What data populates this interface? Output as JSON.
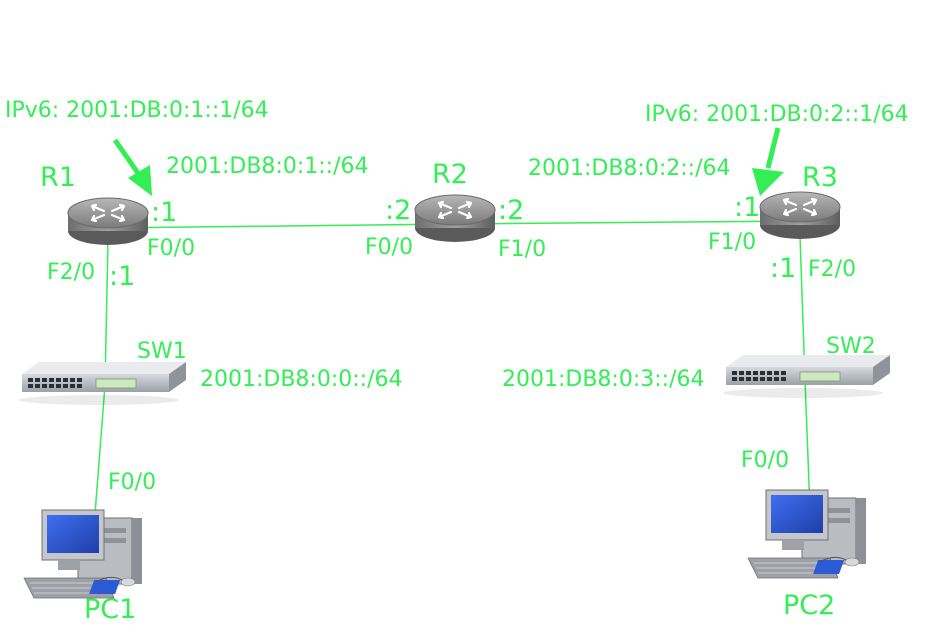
{
  "colors": {
    "accent": "#33ee55",
    "device_gray": "#8a8a8a",
    "pc_screen": "#2d5bd6"
  },
  "devices": {
    "r1": {
      "name": "R1",
      "icon": "router-icon"
    },
    "r2": {
      "name": "R2",
      "icon": "router-icon"
    },
    "r3": {
      "name": "R3",
      "icon": "router-icon"
    },
    "sw1": {
      "name": "SW1",
      "icon": "switch-icon"
    },
    "sw2": {
      "name": "SW2",
      "icon": "switch-icon"
    },
    "pc1": {
      "name": "PC1",
      "icon": "computer-icon"
    },
    "pc2": {
      "name": "PC2",
      "icon": "computer-icon"
    }
  },
  "annotations": {
    "r1_ipv6": "IPv6: 2001:DB:0:1::1/64",
    "r3_ipv6": "IPv6: 2001:DB:0:2::1/64"
  },
  "networks": {
    "r1_r2": "2001:DB8:0:1::/64",
    "r2_r3": "2001:DB8:0:2::/64",
    "r1_sw1": "2001:DB8:0:0::/64",
    "r3_sw2": "2001:DB8:0:3::/64"
  },
  "interfaces": {
    "r1_f00": "F0/0",
    "r1_f00_host": ":1",
    "r1_f20": "F2/0",
    "r1_f20_host": ":1",
    "r2_f00": "F0/0",
    "r2_f00_host": ":2",
    "r2_f10": "F1/0",
    "r2_f10_host": ":2",
    "r3_f10": "F1/0",
    "r3_f10_host": ":1",
    "r3_f20": "F2/0",
    "r3_f20_host": ":1",
    "pc1_f00": "F0/0",
    "pc2_f00": "F0/0"
  }
}
